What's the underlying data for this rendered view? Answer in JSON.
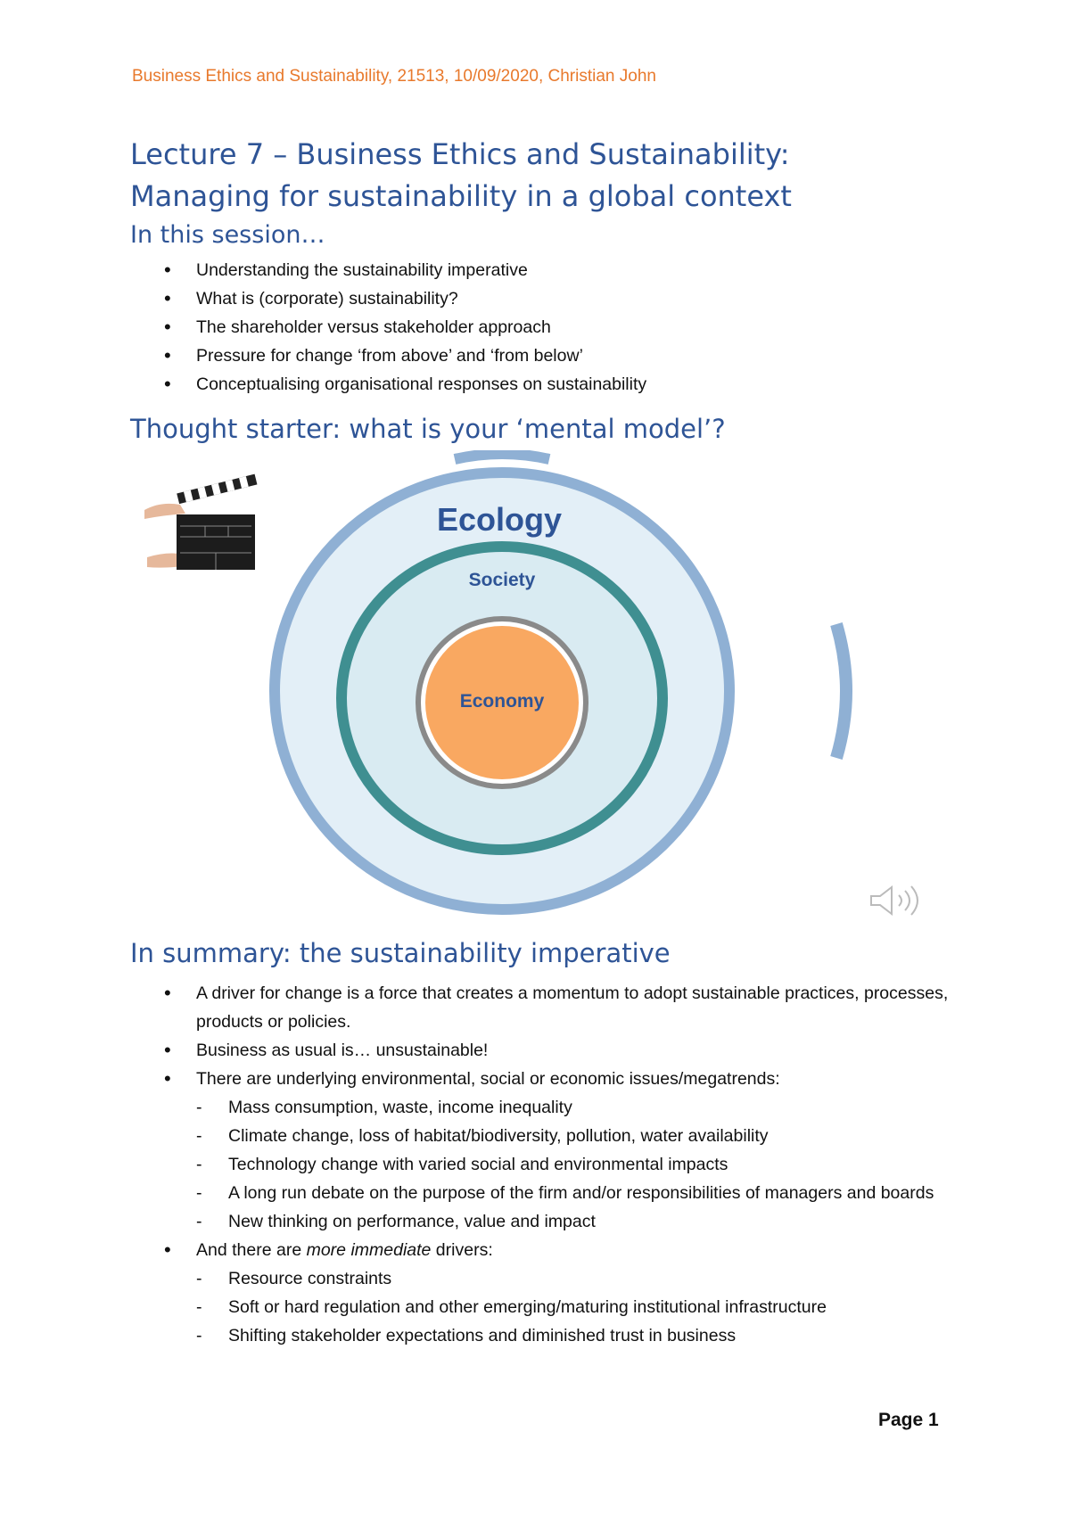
{
  "header": "Business Ethics and Sustainability, 21513, 10/09/2020, Christian John",
  "title_line1": "Lecture 7 – Business Ethics and Sustainability:",
  "title_line2": "Managing for sustainability in a global context",
  "session": {
    "heading": "In this session…",
    "items": [
      "Understanding the sustainability imperative",
      "What is (corporate) sustainability?",
      "The shareholder versus stakeholder approach",
      "Pressure for change ‘from above’ and ‘from below’",
      "Conceptualising organisational responses on sustainability"
    ]
  },
  "thought_heading": "Thought starter: what is your ‘mental model’?",
  "diagram": {
    "outer_label": "Ecology",
    "middle_label": "Society",
    "inner_label": "Economy",
    "colors": {
      "ecology": "#8fb0d4",
      "society": "#3f8f91",
      "economy": "#f9a861",
      "label": "#2e5496"
    }
  },
  "summary": {
    "heading": "In summary: the sustainability imperative",
    "b1": "A driver for change is a force that creates a momentum to adopt sustainable practices, processes, products or policies.",
    "b2": "Business as usual is… unsustainable!",
    "b3": "There are underlying environmental, social or economic issues/megatrends:",
    "b3_items": [
      "Mass consumption, waste, income inequality",
      "Climate change, loss of habitat/biodiversity, pollution, water availability",
      "Technology change with varied social and environmental impacts",
      "A long run debate on the purpose of the firm and/or responsibilities of managers and boards",
      "New thinking on performance, value and impact"
    ],
    "b4_pre": "And there are ",
    "b4_em": "more immediate",
    "b4_post": " drivers:",
    "b4_items": [
      "Resource constraints",
      "Soft or hard regulation and other emerging/maturing institutional infrastructure",
      "Shifting stakeholder expectations and diminished trust in business"
    ]
  },
  "page_number": "Page 1"
}
